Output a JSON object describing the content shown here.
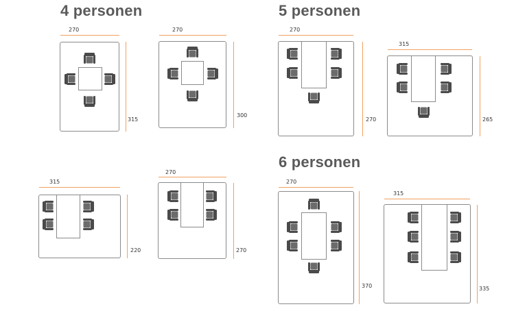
{
  "colors": {
    "heading": "#5a5a5a",
    "dimension_line": "#f0a060",
    "room_border": "#8a8a8a",
    "chair": "#4a4a4a"
  },
  "headings": {
    "four": "4 personen",
    "five": "5 personen",
    "six": "6 personen"
  },
  "layouts": [
    {
      "group": "4 personen",
      "width": "270",
      "depth": "315"
    },
    {
      "group": "4 personen",
      "width": "270",
      "depth": "300"
    },
    {
      "group": "4 personen",
      "width": "315",
      "depth": "220"
    },
    {
      "group": "4 personen",
      "width": "270",
      "depth": "270"
    },
    {
      "group": "5 personen",
      "width": "270",
      "depth": "270"
    },
    {
      "group": "5 personen",
      "width": "315",
      "depth": "265"
    },
    {
      "group": "6 personen",
      "width": "270",
      "depth": "370"
    },
    {
      "group": "6 personen",
      "width": "315",
      "depth": "335"
    }
  ],
  "icons": [
    "chair-icon"
  ]
}
